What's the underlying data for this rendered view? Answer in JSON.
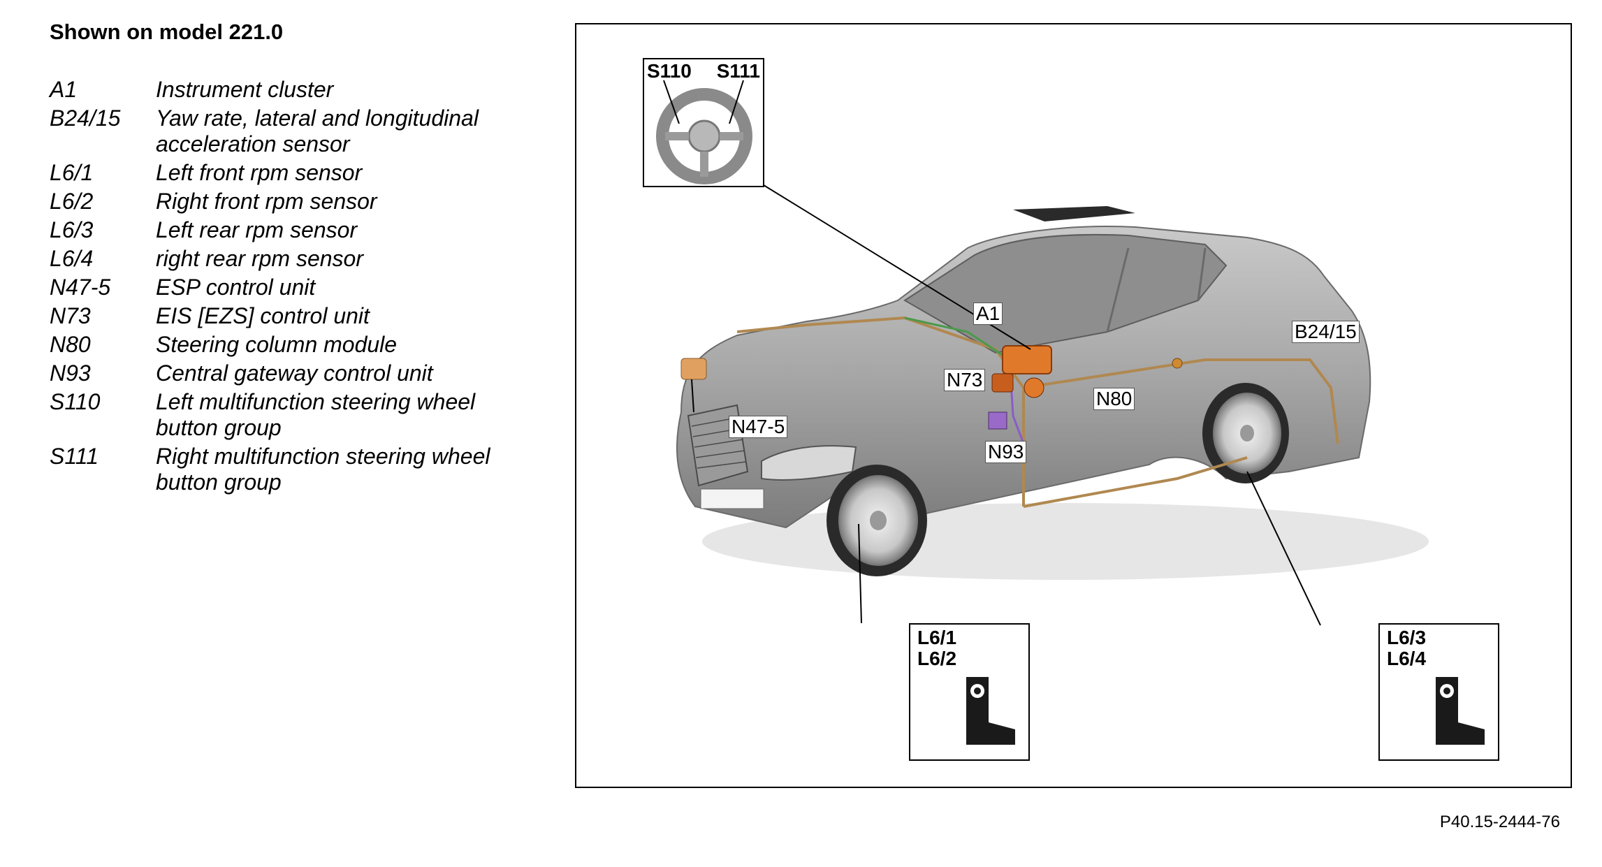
{
  "title": "Shown on model 221.0",
  "legend": [
    {
      "code": "A1",
      "desc": [
        "Instrument cluster"
      ]
    },
    {
      "code": "B24/15",
      "desc": [
        "Yaw rate, lateral and longitudinal",
        "acceleration sensor"
      ]
    },
    {
      "code": "L6/1",
      "desc": [
        "Left front rpm sensor"
      ]
    },
    {
      "code": "L6/2",
      "desc": [
        "Right front rpm sensor"
      ]
    },
    {
      "code": "L6/3",
      "desc": [
        "Left rear rpm sensor"
      ]
    },
    {
      "code": "L6/4",
      "desc": [
        "right rear rpm sensor"
      ]
    },
    {
      "code": "N47-5",
      "desc": [
        "ESP control unit"
      ]
    },
    {
      "code": "N73",
      "desc": [
        "EIS [EZS] control unit"
      ]
    },
    {
      "code": "N80",
      "desc": [
        "Steering column module"
      ]
    },
    {
      "code": "N93",
      "desc": [
        "Central gateway control unit"
      ]
    },
    {
      "code": "S110",
      "desc": [
        "Left multifunction steering wheel",
        "button group"
      ]
    },
    {
      "code": "S111",
      "desc": [
        "Right multifunction steering wheel",
        "button group"
      ]
    }
  ],
  "diagram": {
    "inset_steering": {
      "left": "S110",
      "right": "S111"
    },
    "inset_front": {
      "line1": "L6/1",
      "line2": "L6/2"
    },
    "inset_rear": {
      "line1": "L6/3",
      "line2": "L6/4"
    },
    "callouts": {
      "a1": "A1",
      "n73": "N73",
      "n80": "N80",
      "n93": "N93",
      "n47": "N47-5",
      "b24": "B24/15"
    },
    "colors": {
      "car_body": "#a9a9a9",
      "wiring": "#b08850",
      "component": "#e07a2a",
      "purple_wire": "#8a5cc8"
    }
  },
  "figure_id": "P40.15-2444-76"
}
